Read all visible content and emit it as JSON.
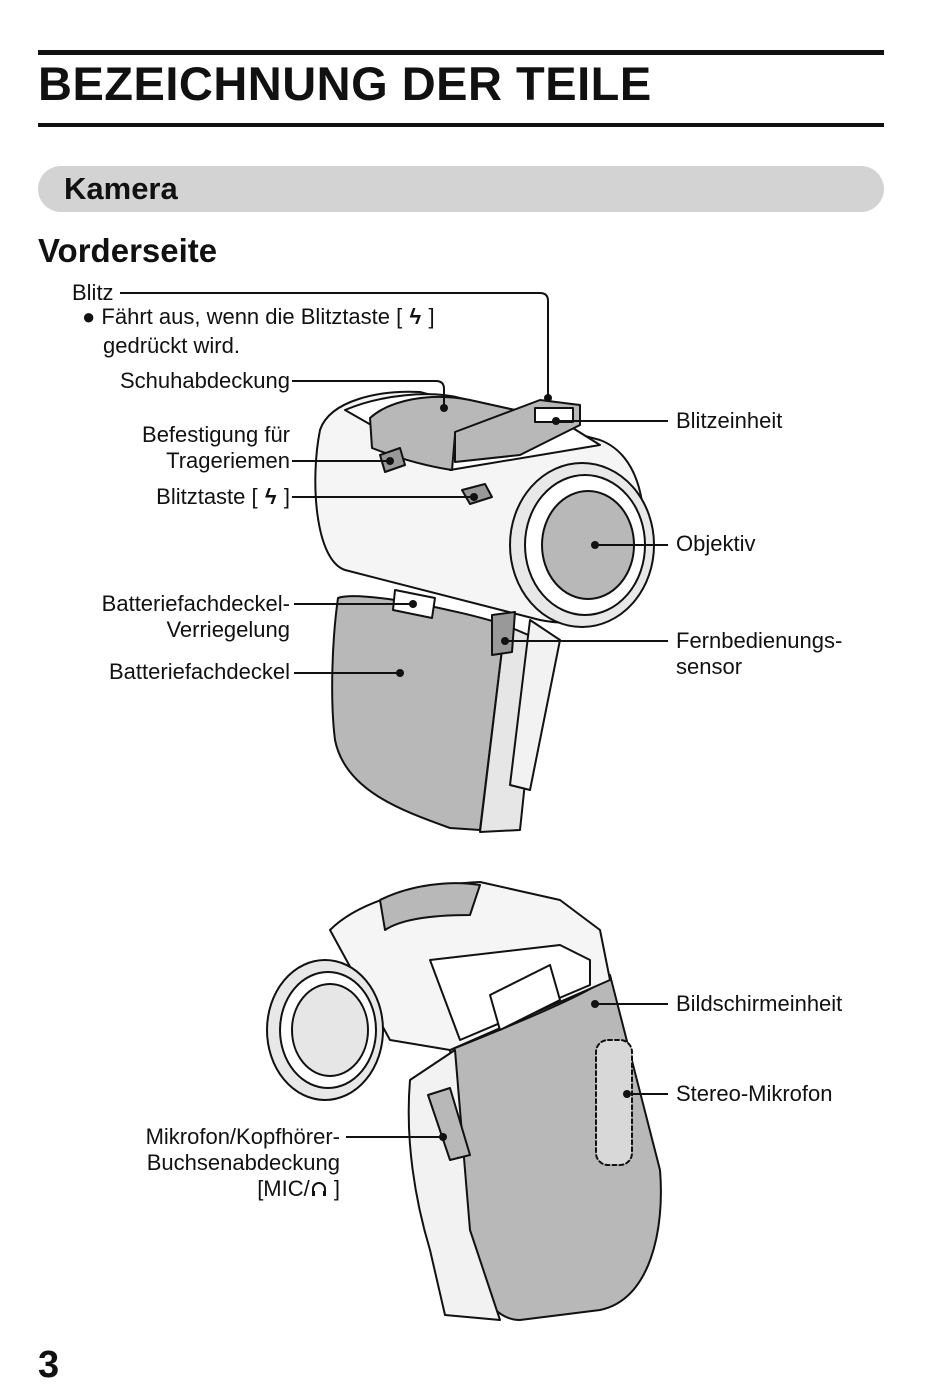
{
  "page": {
    "title": "BEZEICHNUNG DER TEILE",
    "section": "Kamera",
    "subheading": "Vorderseite",
    "page_number": "3"
  },
  "labels": {
    "blitz": "Blitz",
    "blitz_note_1": "Fährt aus, wenn die Blitztaste [",
    "blitz_note_close": "]",
    "blitz_note_2": "gedrückt wird.",
    "schuhabdeckung": "Schuhabdeckung",
    "befestigung_1": "Befestigung für",
    "befestigung_2": "Trageriemen",
    "blitztaste_open": "Blitztaste [",
    "blitztaste_close": "]",
    "batteriefachdeckel_verr_1": "Batteriefachdeckel-",
    "batteriefachdeckel_verr_2": "Verriegelung",
    "batteriefachdeckel": "Batteriefachdeckel",
    "blitzeinheit": "Blitzeinheit",
    "objektiv": "Objektiv",
    "fernbedienung_1": "Fernbedienungs-",
    "fernbedienung_2": "sensor",
    "bildschirmeinheit": "Bildschirmeinheit",
    "stereo_mikrofon": "Stereo-Mikrofon",
    "mikrofon_1": "Mikrofon/Kopfhörer-",
    "mikrofon_2": "Buchsenabdeckung",
    "mikrofon_3_open": "[MIC/",
    "mikrofon_3_close": "]"
  },
  "icons": {
    "flash": "flash-icon",
    "headphone": "headphone-icon",
    "bullet": "bullet-icon"
  },
  "colors": {
    "text": "#111111",
    "section_bar": "#d3d3d3",
    "camera_grey": "#b8b8b8"
  }
}
